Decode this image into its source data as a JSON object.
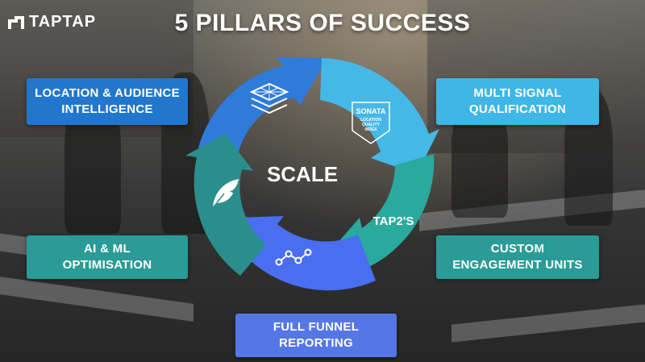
{
  "logo": {
    "text": "TAPTAP",
    "icon": "taptap-logo-icon"
  },
  "title": "5 PILLARS OF SUCCESS",
  "center_label": "SCALE",
  "cycle": {
    "segments": [
      {
        "icon": "layers-grid-icon",
        "color": "#2f7bd9"
      },
      {
        "badge": {
          "line1": "SONATA",
          "line2": "LOCATION",
          "line3": "QUALITY",
          "line4": "INDEX"
        },
        "color": "#45b8e8"
      },
      {
        "label": "TAP2'S",
        "color": "#2aa99e"
      },
      {
        "icon": "analytics-chart-icon",
        "color": "#4a6ef0"
      },
      {
        "icon": "feather-icon",
        "color": "#2a8e8c"
      }
    ]
  },
  "pillars": {
    "location": "LOCATION & AUDIENCE\nINTELLIGENCE",
    "multi_signal": "MULTI SIGNAL\nQUALIFICATION",
    "ai_ml": "AI & ML\nOPTIMISATION",
    "custom": "CUSTOM\nENGAGEMENT  UNITS",
    "full_funnel": "FULL FUNNEL\nREPORTING"
  }
}
